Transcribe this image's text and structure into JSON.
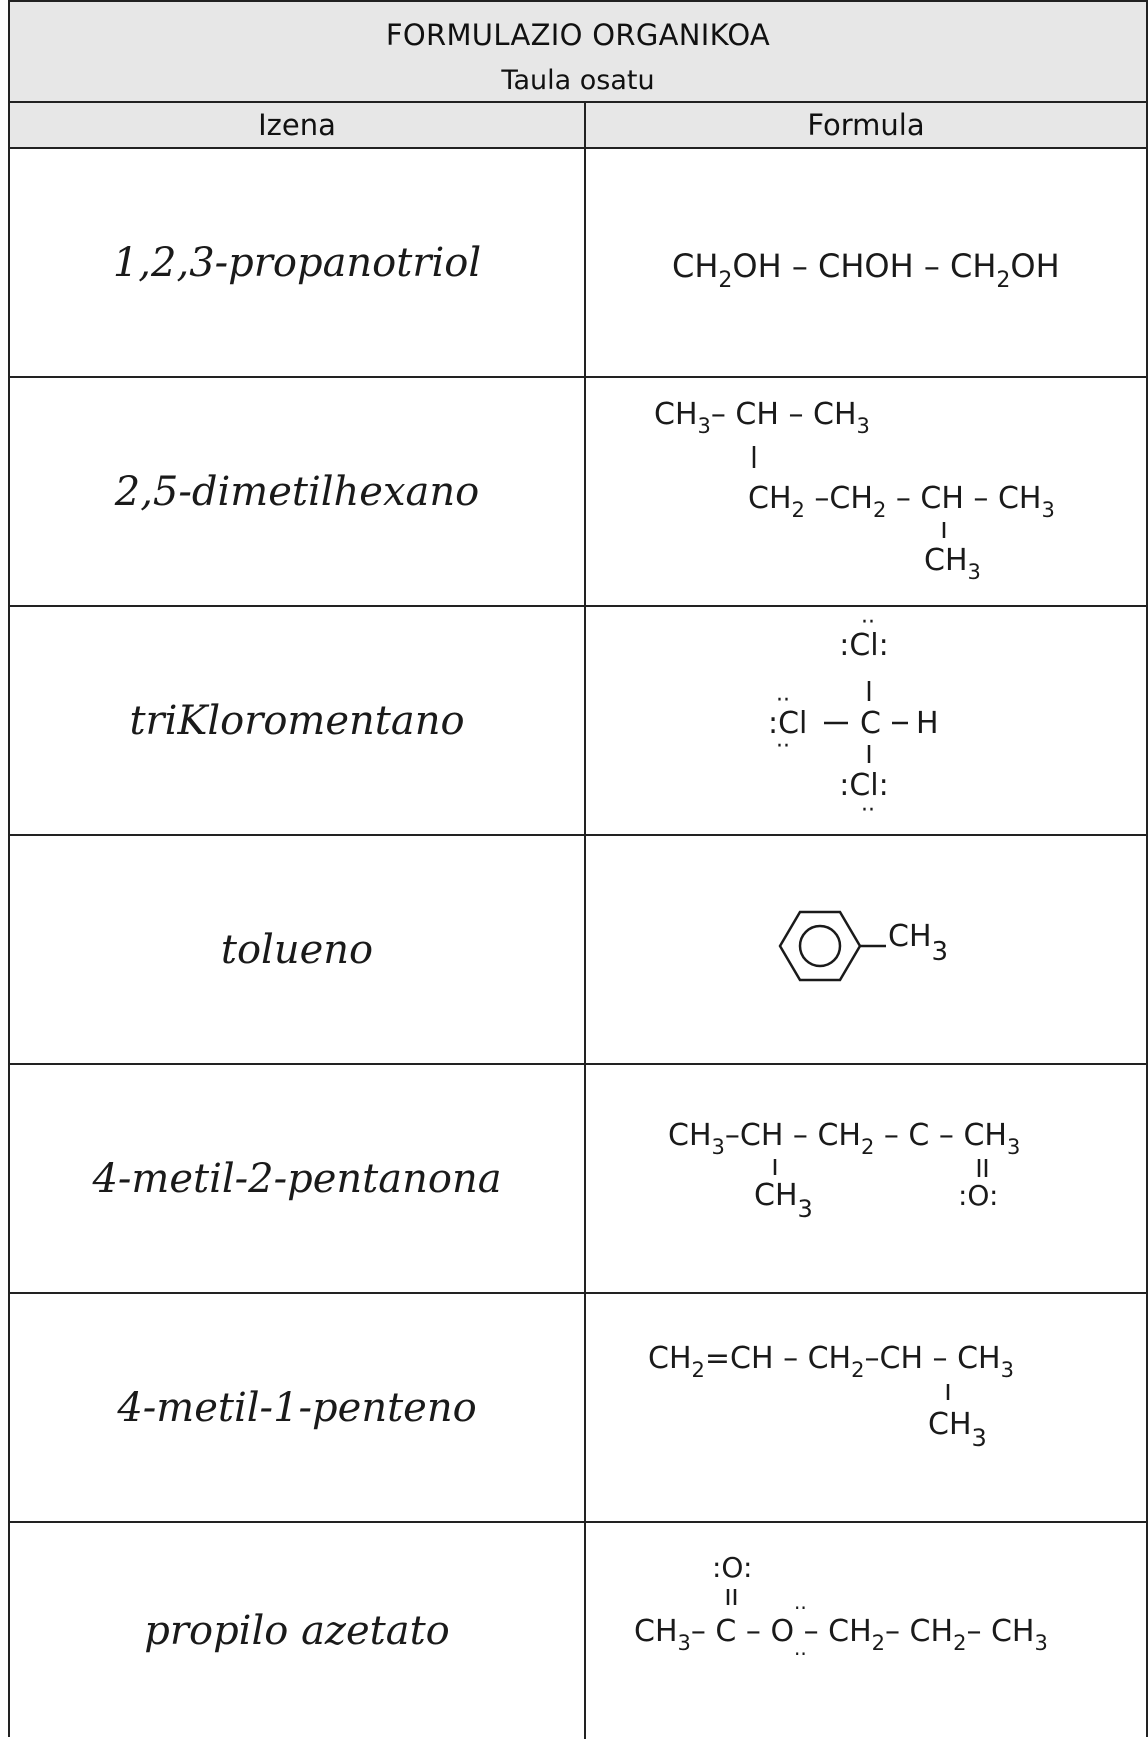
{
  "header": {
    "title": "FORMULAZIO ORGANIKOA",
    "subtitle": "Taula osatu"
  },
  "columns": {
    "name": "Izena",
    "formula": "Formula"
  },
  "rows": [
    {
      "name": "1,2,3-propanotriol",
      "formula": {
        "main": "CH2OH – CHOH – CH2OH"
      }
    },
    {
      "name": "2,5-dimetilhexano",
      "formula": {
        "line1": "CH3– CH – CH3",
        "line2": "CH2 –CH2 – CH – CH3",
        "line3": "CH3"
      }
    },
    {
      "name": "trikloromentano",
      "formula": {
        "top": ":Cl:",
        "middle_left": ":Cl",
        "center": "C",
        "right": "H",
        "bottom": ":Cl:"
      }
    },
    {
      "name": "tolueno",
      "formula": {
        "substituent": "CH3"
      }
    },
    {
      "name": "4-metil-2-pentanona",
      "formula": {
        "line1": "CH3–CH – CH2 – C – CH3",
        "branch": "CH3",
        "oxygen": ":O:"
      }
    },
    {
      "name": "4-metil-1-penteno",
      "formula": {
        "line1": "CH2=CH – CH2 – CH – CH3",
        "branch": "CH3"
      }
    },
    {
      "name": "propilo azetato",
      "formula": {
        "oxygen_top": ":O:",
        "line1": "CH3 – C – O – CH2 – CH2 – CH3"
      }
    }
  ]
}
